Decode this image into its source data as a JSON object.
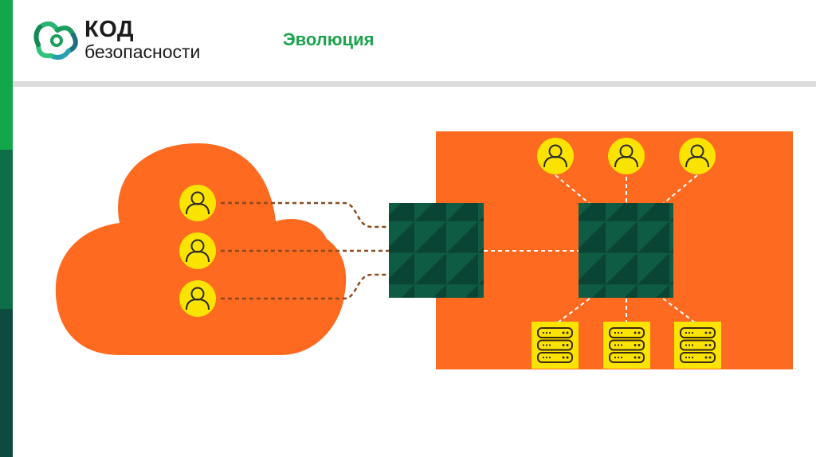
{
  "header": {
    "logo_title": "КОД",
    "logo_subtitle": "безопасности",
    "page_title": "Эволюция"
  },
  "diagram": {
    "cloud_users": [
      "user-icon",
      "user-icon",
      "user-icon"
    ],
    "office_users": [
      "user-icon",
      "user-icon",
      "user-icon"
    ],
    "servers": [
      "server-icon",
      "server-icon",
      "server-icon"
    ],
    "switches": [
      "edge-switch",
      "core-switch"
    ]
  },
  "colors": {
    "accent_green": "#1aa34a",
    "cloud_orange": "#fd6a20",
    "switch_dark": "#0f5c44",
    "user_yellow": "#fbe300",
    "line_brown": "#8b4a20"
  }
}
